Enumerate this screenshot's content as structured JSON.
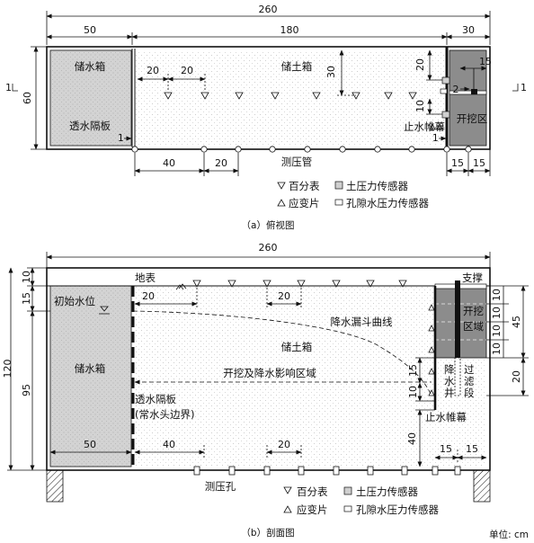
{
  "top_view": {
    "dims_top": {
      "total": "260",
      "left": "50",
      "mid": "180",
      "right": "30"
    },
    "dim_height": "60",
    "section_mark": "1",
    "labels": {
      "water_tank": "储水箱",
      "soil_box": "储土箱",
      "permeable_plate": "透水隔板",
      "cutoff_curtain": "止水帷幕",
      "excavation": "开挖区",
      "piezometer": "测压管"
    },
    "dims_inner": {
      "sp1": "20",
      "sp2": "20",
      "v30": "30",
      "v20": "20",
      "v10": "10",
      "h15": "15",
      "two": "2"
    },
    "dims_bottom": {
      "a": "40",
      "b": "20",
      "c": "15",
      "d": "15"
    },
    "legend": {
      "dial": "百分表",
      "strain": "应变片",
      "soil_pressure": "土压力传感器",
      "pore_pressure": "孔隙水压力传感器"
    },
    "caption": "（a）俯视图"
  },
  "section_view": {
    "dim_total": "260",
    "dims_left": {
      "a": "10",
      "b": "15",
      "c": "95",
      "total": "120"
    },
    "labels": {
      "ground": "地表",
      "support": "支撑",
      "initial_water": "初始水位",
      "water_tank": "储水箱",
      "soil_box": "储土箱",
      "drawdown_curve": "降水漏斗曲线",
      "influence_zone": "开挖及降水影响区域",
      "plate": "透水隔板",
      "plate_sub": "(常水头边界)",
      "well": "降水井",
      "filter": "过滤段",
      "excavation": "开挖区域",
      "curtain": "止水帷幕",
      "piezometer_hole": "测压孔"
    },
    "dims_inner": {
      "h20a": "20",
      "h20b": "20",
      "h40": "40",
      "h20c": "20",
      "v15": "15",
      "v10": "10",
      "v40": "40",
      "b15a": "15",
      "b15b": "15",
      "w50": "50"
    },
    "dims_right": {
      "a": "10",
      "b": "10",
      "c": "10",
      "d": "10",
      "e": "45",
      "f": "20"
    },
    "legend": {
      "dial": "百分表",
      "strain": "应变片",
      "soil_pressure": "土压力传感器",
      "pore_pressure": "孔隙水压力传感器"
    },
    "caption": "（b）剖面图",
    "unit": "单位: cm"
  },
  "colors": {
    "tank_fill": "#d3d3d3",
    "excavation_fill": "#8c8c8c",
    "soil_fill": "#f7f7f7",
    "line": "#111111"
  }
}
